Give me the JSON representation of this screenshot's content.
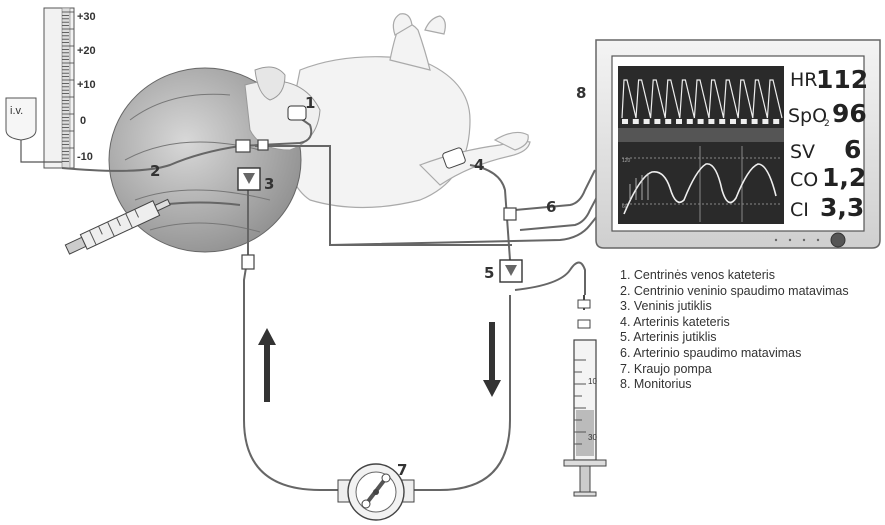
{
  "scale": {
    "ticks": [
      "+30",
      "+20",
      "+10",
      "0",
      "-10"
    ],
    "iv_label": "i.v."
  },
  "callouts": [
    "1",
    "2",
    "3",
    "4",
    "5",
    "6",
    "7",
    "8"
  ],
  "monitor": {
    "hr_label": "HR",
    "hr_value": "112",
    "spo2_label": "SpO",
    "spo2_sub": "2",
    "spo2_value": "96",
    "sv_label": "SV",
    "sv_value": "6",
    "co_label": "CO",
    "co_value": "1,2",
    "ci_label": "CI",
    "ci_value": "3,3",
    "small_top": "120",
    "small_bottom": "60"
  },
  "syringe_marks": [
    "10",
    "30"
  ],
  "legend": [
    "1. Centrinės venos kateteris",
    "2. Centrinio veninio spaudimo matavimas",
    "3. Veninis jutiklis",
    "4. Arterinis kateteris",
    "5. Arterinis jutiklis",
    "6. Arterinio spaudimo matavimas",
    "7. Kraujo pompa",
    "8. Monitorius"
  ],
  "colors": {
    "accent": "#444444",
    "screen": "#ffffff",
    "frame": "#e8e8e8"
  }
}
